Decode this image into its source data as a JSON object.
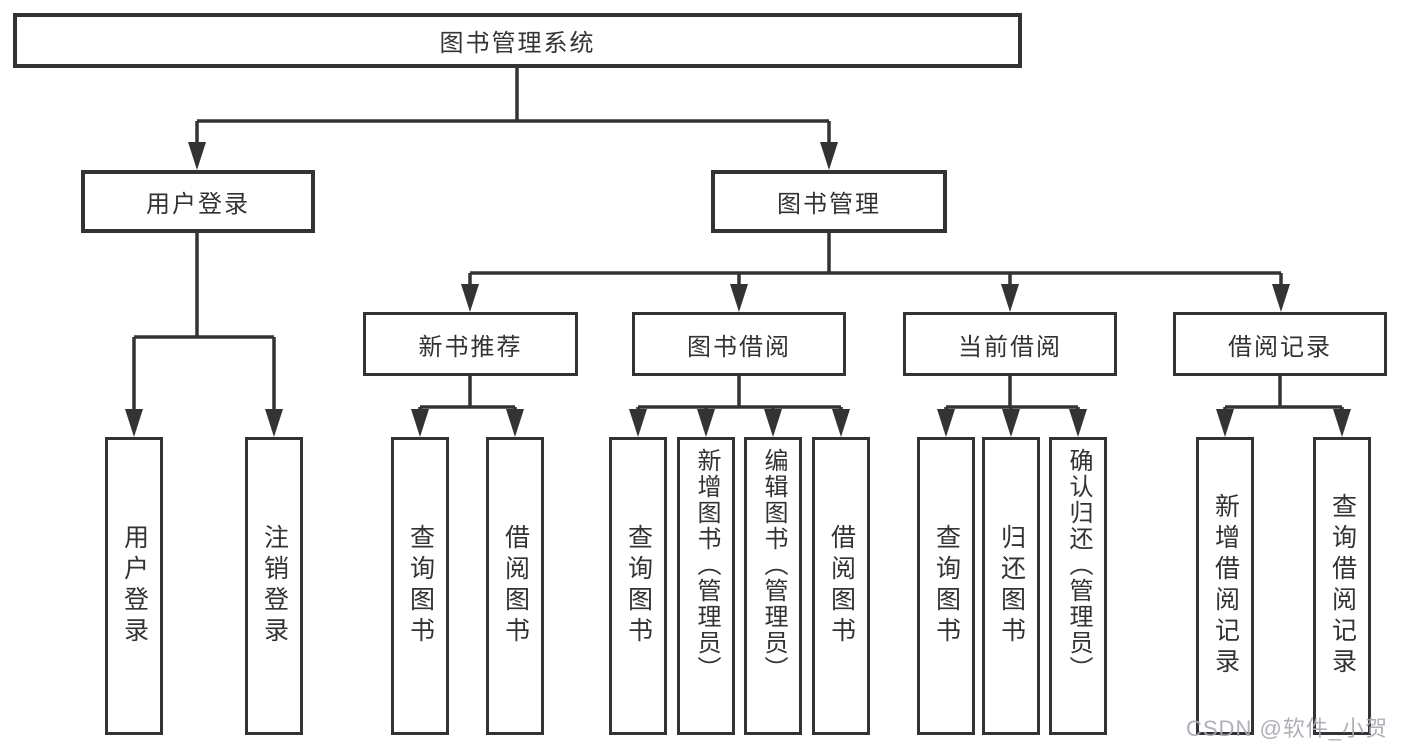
{
  "diagram": {
    "type": "hierarchy-tree",
    "tree": {
      "label": "图书管理系统",
      "children": [
        {
          "label": "用户登录",
          "children": [
            {
              "label": "用户登录"
            },
            {
              "label": "注销登录"
            }
          ]
        },
        {
          "label": "图书管理",
          "children": [
            {
              "label": "新书推荐",
              "children": [
                {
                  "label": "查询图书"
                },
                {
                  "label": "借阅图书"
                }
              ]
            },
            {
              "label": "图书借阅",
              "children": [
                {
                  "label": "查询图书"
                },
                {
                  "label": "新增图书（管理员）"
                },
                {
                  "label": "编辑图书（管理员）"
                },
                {
                  "label": "借阅图书"
                }
              ]
            },
            {
              "label": "当前借阅",
              "children": [
                {
                  "label": "查询图书"
                },
                {
                  "label": "归还图书"
                },
                {
                  "label": "确认归还（管理员）"
                }
              ]
            },
            {
              "label": "借阅记录",
              "children": [
                {
                  "label": "新增借阅记录"
                },
                {
                  "label": "查询借阅记录"
                }
              ]
            }
          ]
        }
      ]
    }
  },
  "watermark": {
    "text": "CSDN @软件_小贺同学"
  },
  "colors": {
    "line": "#333333",
    "box_border": "#333333",
    "text": "#333333",
    "background": "#ffffff",
    "watermark": "#a9a9b3"
  }
}
